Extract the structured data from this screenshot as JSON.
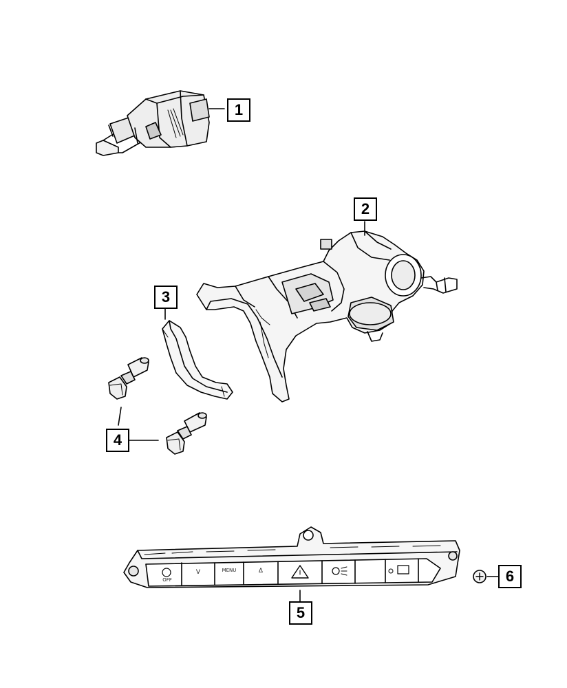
{
  "diagram": {
    "callouts": [
      {
        "id": "c1",
        "label": "1"
      },
      {
        "id": "c2",
        "label": "2"
      },
      {
        "id": "c3",
        "label": "3"
      },
      {
        "id": "c4",
        "label": "4"
      },
      {
        "id": "c5",
        "label": "5"
      },
      {
        "id": "c6",
        "label": "6"
      }
    ],
    "panel": {
      "button_labels": [
        "OFF",
        "V",
        "MENU",
        "Δ"
      ]
    },
    "colors": {
      "line": "#000000",
      "background": "#ffffff",
      "shade": "#d9d9d9"
    },
    "icons": [
      "brake-lamp-switch-icon",
      "steering-column-housing-icon",
      "clip-icon",
      "pushpin-icon",
      "switch-panel-icon",
      "screw-icon"
    ]
  }
}
